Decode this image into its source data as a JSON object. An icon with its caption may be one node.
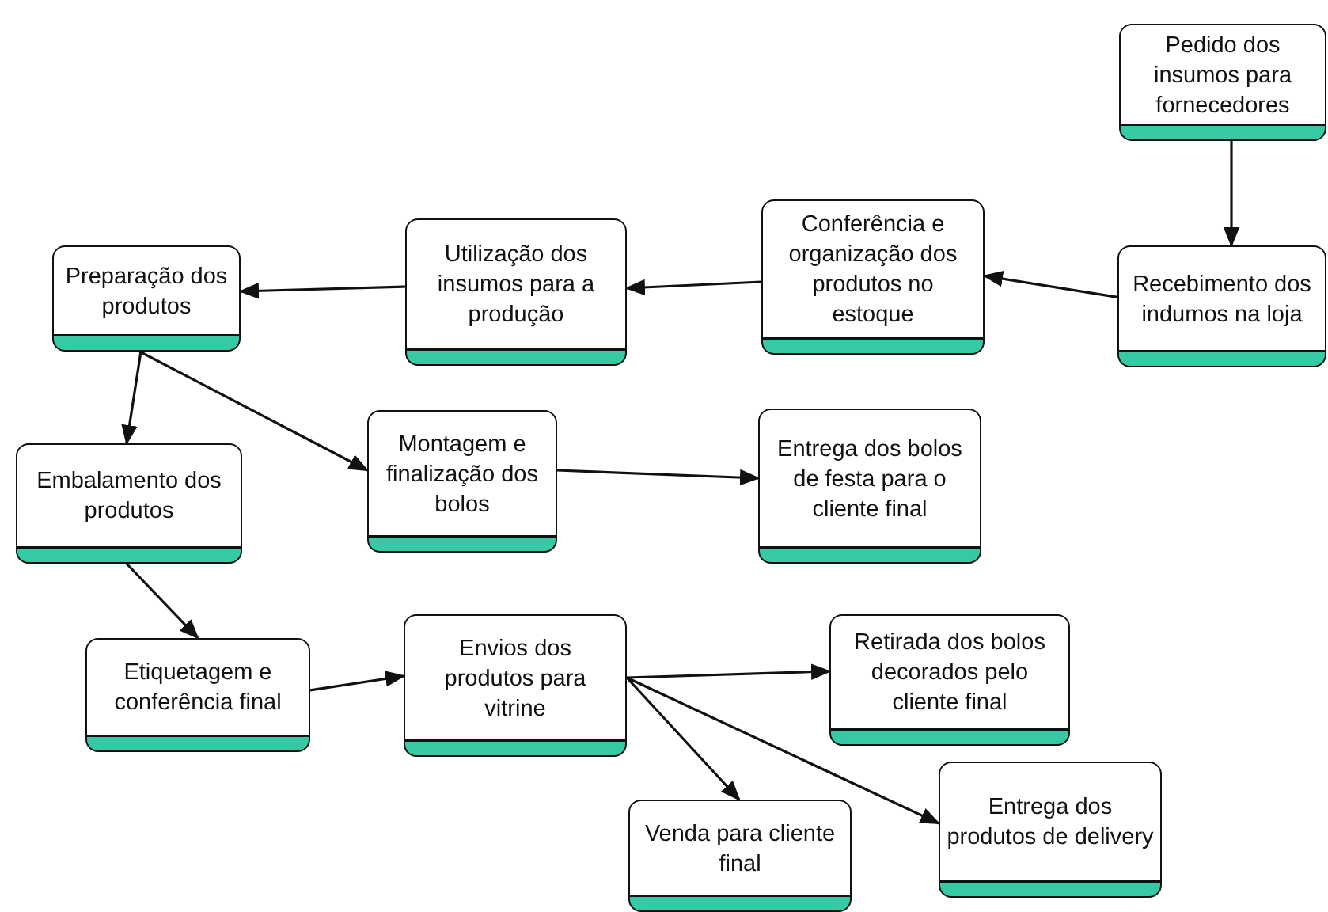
{
  "diagram": {
    "nodes": [
      {
        "text": [
          "Pedido dos insumos para fornecedores"
        ]
      },
      {
        "text": [
          "Recebimento dos indumos na loja"
        ]
      },
      {
        "text": [
          "Conferência e organização dos produtos no estoque"
        ]
      },
      {
        "text": [
          "Utilização dos insumos para a produção"
        ]
      },
      {
        "text": [
          "Preparação dos produtos"
        ]
      },
      {
        "text": [
          "Embalamento dos produtos"
        ]
      },
      {
        "text": [
          "Montagem e finalização dos bolos"
        ]
      },
      {
        "text": [
          "Entrega dos bolos de festa para o cliente final"
        ]
      },
      {
        "text": [
          "Etiquetagem e conferência final"
        ]
      },
      {
        "text": [
          "Envios dos produtos para vitrine"
        ]
      },
      {
        "text": [
          "Retirada dos bolos decorados pelo cliente final"
        ]
      },
      {
        "text": [
          "Venda para cliente final"
        ]
      },
      {
        "text": [
          "Entrega dos produtos de delivery"
        ]
      }
    ],
    "edges": [
      {
        "from": 0,
        "to": 1,
        "arrow": "to"
      },
      {
        "from": 1,
        "to": 2,
        "arrow": "to"
      },
      {
        "from": 2,
        "to": 3,
        "arrow": "to"
      },
      {
        "from": 3,
        "to": 4,
        "arrow": "to"
      },
      {
        "from": 4,
        "to": 5,
        "arrow": "to"
      },
      {
        "from": 4,
        "to": 6,
        "arrow": "to"
      },
      {
        "from": 6,
        "to": 7,
        "arrow": "to"
      },
      {
        "from": 5,
        "to": 8,
        "arrow": "to"
      },
      {
        "from": 8,
        "to": 9,
        "arrow": "to"
      },
      {
        "from": 9,
        "to": 10,
        "arrow": "to"
      },
      {
        "from": 9,
        "to": 11,
        "arrow": "to"
      },
      {
        "from": 9,
        "to": 12,
        "arrow": "to"
      }
    ]
  }
}
